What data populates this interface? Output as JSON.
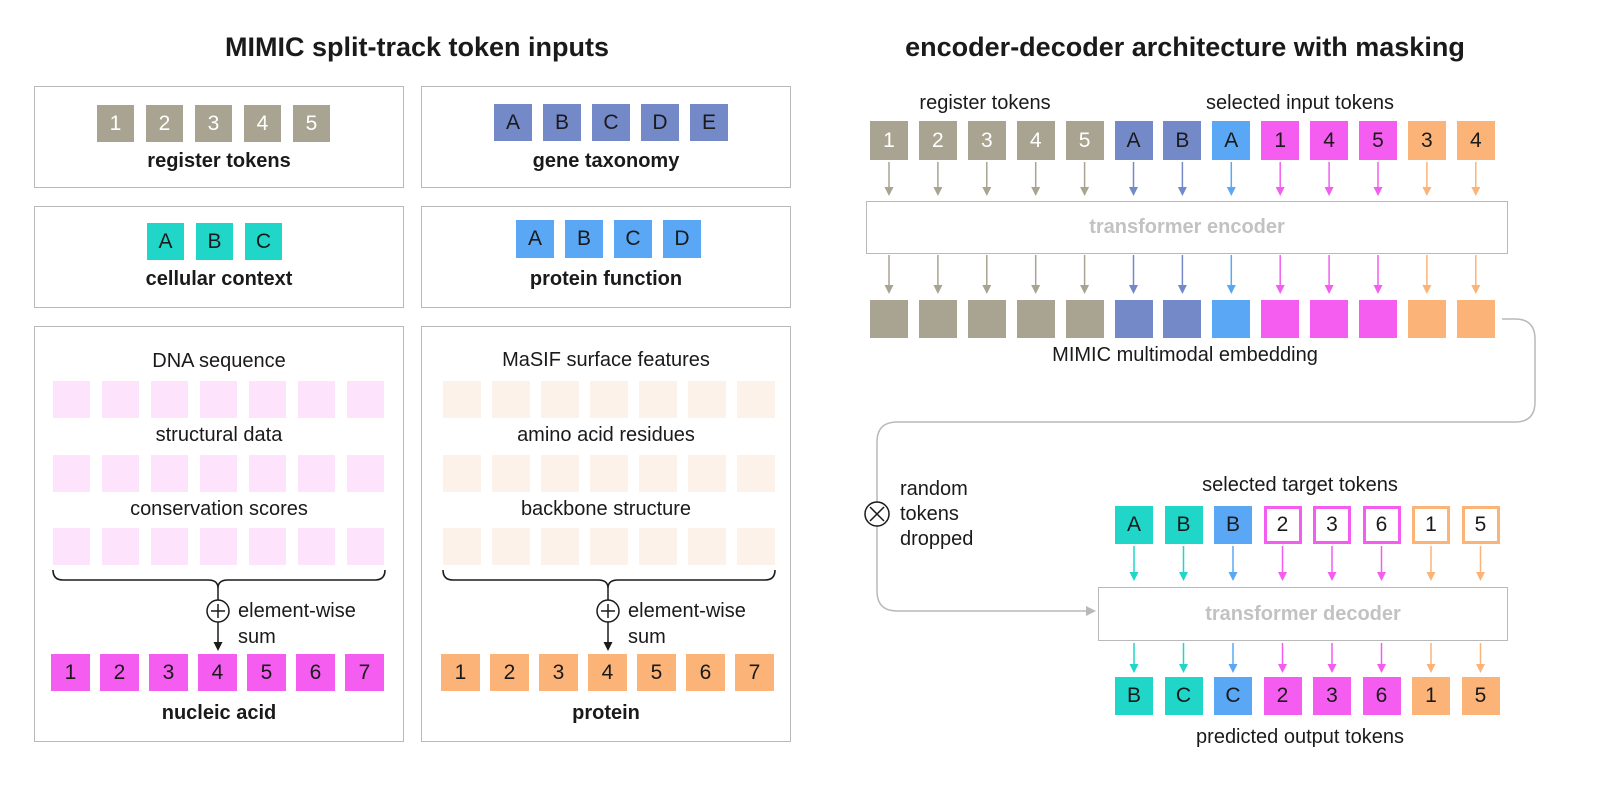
{
  "colors": {
    "register": "#a8a491",
    "gene": "#7489c8",
    "cellular": "#1fd6c9",
    "protein_fn": "#5aa8f5",
    "nucleic": "#f45df0",
    "protein": "#fcb377",
    "dna_light": "#fde3fb",
    "protein_light": "#fdf2ea"
  },
  "left": {
    "title": "MIMIC split-track token inputs",
    "register": {
      "tokens": [
        "1",
        "2",
        "3",
        "4",
        "5"
      ],
      "label": "register tokens"
    },
    "gene": {
      "tokens": [
        "A",
        "B",
        "C",
        "D",
        "E"
      ],
      "label": "gene taxonomy"
    },
    "cellular": {
      "tokens": [
        "A",
        "B",
        "C"
      ],
      "label": "cellular context"
    },
    "protein_function": {
      "tokens": [
        "A",
        "B",
        "C",
        "D"
      ],
      "label": "protein function"
    },
    "nucleic": {
      "rows": [
        "DNA sequence",
        "structural data",
        "conservation scores"
      ],
      "sum_label_1": "element-wise",
      "sum_label_2": "sum",
      "tokens": [
        "1",
        "2",
        "3",
        "4",
        "5",
        "6",
        "7"
      ],
      "label": "nucleic acid"
    },
    "protein": {
      "rows": [
        "MaSIF surface features",
        "amino acid residues",
        "backbone structure"
      ],
      "sum_label_1": "element-wise",
      "sum_label_2": "sum",
      "tokens": [
        "1",
        "2",
        "3",
        "4",
        "5",
        "6",
        "7"
      ],
      "label": "protein"
    }
  },
  "right": {
    "title": "encoder-decoder architecture with masking",
    "register_label": "register tokens",
    "selected_input_label": "selected input tokens",
    "input_tokens": [
      {
        "t": "1",
        "c": "register"
      },
      {
        "t": "2",
        "c": "register"
      },
      {
        "t": "3",
        "c": "register"
      },
      {
        "t": "4",
        "c": "register"
      },
      {
        "t": "5",
        "c": "register"
      },
      {
        "t": "A",
        "c": "gene"
      },
      {
        "t": "B",
        "c": "gene"
      },
      {
        "t": "A",
        "c": "protein_fn"
      },
      {
        "t": "1",
        "c": "nucleic"
      },
      {
        "t": "4",
        "c": "nucleic"
      },
      {
        "t": "5",
        "c": "nucleic"
      },
      {
        "t": "3",
        "c": "protein"
      },
      {
        "t": "4",
        "c": "protein"
      }
    ],
    "encoder_label": "transformer encoder",
    "embedding_label": "MIMIC multimodal embedding",
    "dropped_label_1": "random",
    "dropped_label_2": "tokens",
    "dropped_label_3": "dropped",
    "selected_target_label": "selected target tokens",
    "target_tokens": [
      {
        "t": "A",
        "c": "cellular",
        "style": "filled"
      },
      {
        "t": "B",
        "c": "cellular",
        "style": "filled"
      },
      {
        "t": "B",
        "c": "protein_fn",
        "style": "filled"
      },
      {
        "t": "2",
        "c": "nucleic",
        "style": "outline"
      },
      {
        "t": "3",
        "c": "nucleic",
        "style": "outline"
      },
      {
        "t": "6",
        "c": "nucleic",
        "style": "outline"
      },
      {
        "t": "1",
        "c": "protein",
        "style": "outline"
      },
      {
        "t": "5",
        "c": "protein",
        "style": "outline"
      }
    ],
    "decoder_label": "transformer decoder",
    "output_tokens": [
      {
        "t": "B",
        "c": "cellular"
      },
      {
        "t": "C",
        "c": "cellular"
      },
      {
        "t": "C",
        "c": "protein_fn"
      },
      {
        "t": "2",
        "c": "nucleic"
      },
      {
        "t": "3",
        "c": "nucleic"
      },
      {
        "t": "6",
        "c": "nucleic"
      },
      {
        "t": "1",
        "c": "protein"
      },
      {
        "t": "5",
        "c": "protein"
      }
    ],
    "output_label": "predicted output tokens"
  }
}
